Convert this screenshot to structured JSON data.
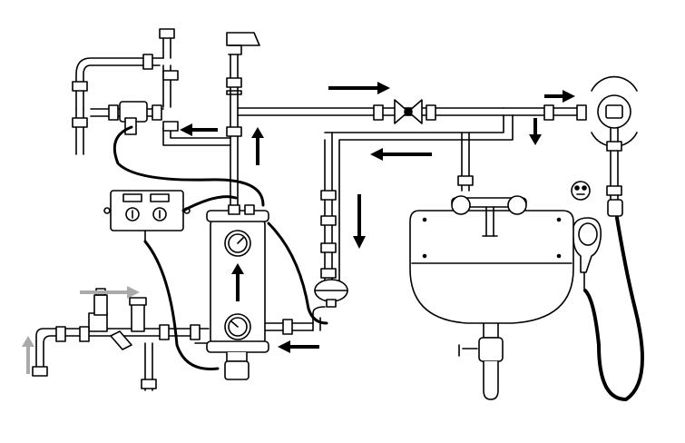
{
  "diagram": {
    "type": "plumbing-schematic",
    "components": [
      "water-heater-cylinder",
      "pressure-gauge",
      "control-box",
      "pressure-reducing-valve",
      "strainer",
      "expansion-vessel",
      "thermostatic-mixing-valve",
      "wash-basin",
      "basin-mixer-tap",
      "shower-head",
      "shower-valve",
      "drain-trap"
    ],
    "flow_arrows": [
      {
        "id": "inlet-up",
        "direction": "up",
        "color": "#aaaaaa"
      },
      {
        "id": "inlet-right",
        "direction": "right",
        "color": "#aaaaaa"
      },
      {
        "id": "heater-up",
        "direction": "up",
        "color": "#000000"
      },
      {
        "id": "riser-up",
        "direction": "up",
        "color": "#000000"
      },
      {
        "id": "top-right",
        "direction": "right",
        "color": "#000000"
      },
      {
        "id": "shower-right",
        "direction": "right",
        "color": "#000000"
      },
      {
        "id": "tee-down",
        "direction": "down",
        "color": "#000000"
      },
      {
        "id": "return-left",
        "direction": "left",
        "color": "#000000"
      },
      {
        "id": "return-down",
        "direction": "down",
        "color": "#000000"
      },
      {
        "id": "heater-inlet-left",
        "direction": "left",
        "color": "#000000"
      },
      {
        "id": "valve-left",
        "direction": "left",
        "color": "#000000"
      }
    ],
    "colors": {
      "line": "#000000",
      "cold_arrow": "#aaaaaa",
      "pipe_fill": "#ffffff"
    }
  }
}
